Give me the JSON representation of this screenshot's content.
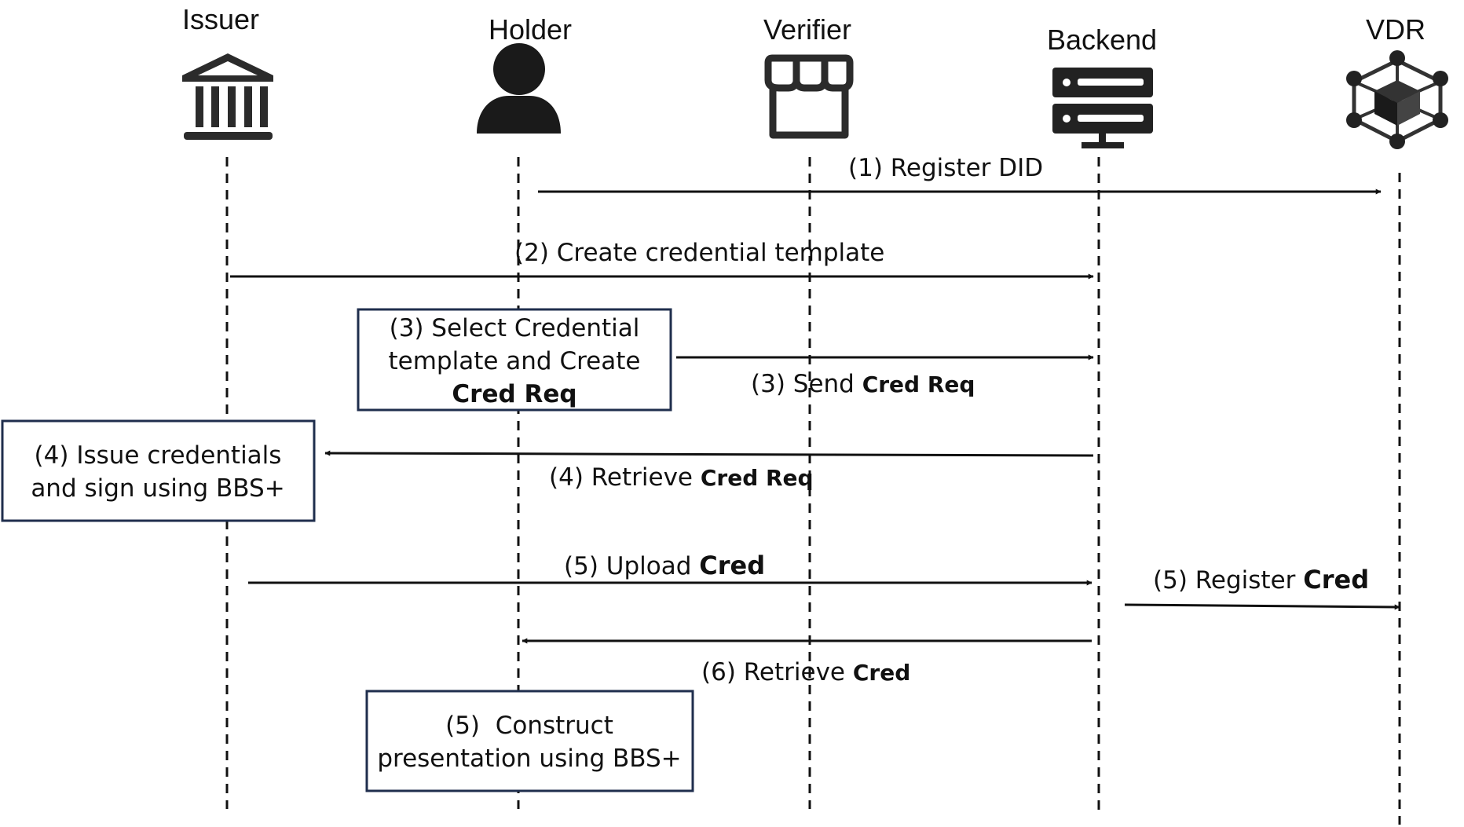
{
  "actors": [
    {
      "id": "issuer",
      "label": "Issuer",
      "icon": "bank-icon"
    },
    {
      "id": "holder",
      "label": "Holder",
      "icon": "person-icon"
    },
    {
      "id": "verifier",
      "label": "Verifier",
      "icon": "storefront-icon"
    },
    {
      "id": "backend",
      "label": "Backend",
      "icon": "server-icon"
    },
    {
      "id": "vdr",
      "label": "VDR",
      "icon": "network-cube-icon"
    }
  ],
  "messages": {
    "m1": {
      "text": "(1) Register DID"
    },
    "m2": {
      "text": "(2) Create credential template"
    },
    "m3": {
      "text": "(3) Send ",
      "bold": "Cred Req"
    },
    "m4": {
      "text": "(4) Retrieve ",
      "bold": "Cred Req"
    },
    "m5": {
      "text": "(5) Upload ",
      "bold": "Cred"
    },
    "m5b": {
      "text": "(5) Register ",
      "bold": "Cred"
    },
    "m6": {
      "text": "(6) Retrieve ",
      "bold": "Cred"
    }
  },
  "notes": {
    "n3": {
      "line1": "(3) Select Credential",
      "line2": "template and Create",
      "line3": "Cred Req"
    },
    "n4": {
      "line1": "(4) Issue credentials",
      "line2": "and sign using BBS+"
    },
    "n5": {
      "line1": "(5)  Construct",
      "line2": "presentation using BBS+"
    }
  }
}
